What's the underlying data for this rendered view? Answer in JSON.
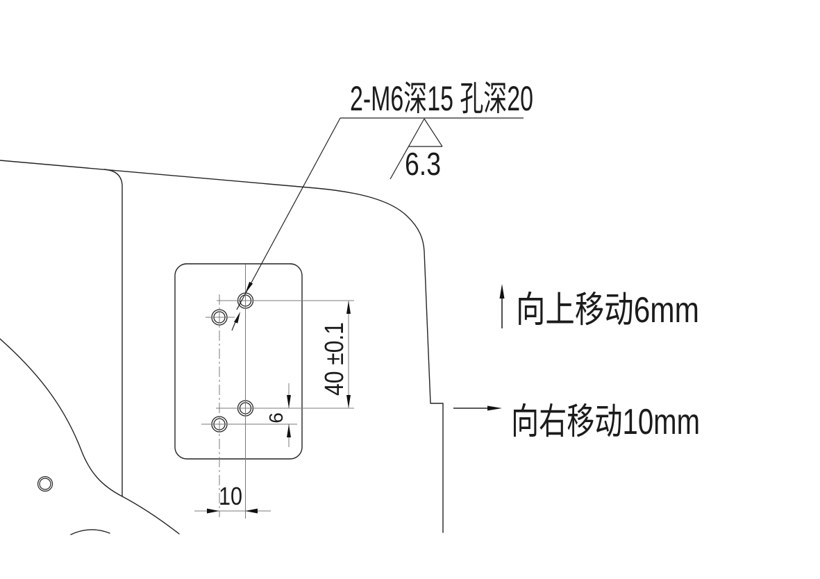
{
  "callout": {
    "label": "2-M6深15 孔深20",
    "roughness_value": "6.3"
  },
  "dimensions": {
    "vertical_spacing": "40 ±0.1",
    "row_offset": "6",
    "horizontal_spacing": "10"
  },
  "annotations": {
    "move_up": "向上移动6mm",
    "move_right": "向右移动10mm"
  },
  "colors": {
    "background": "#ffffff",
    "contour": "#222222",
    "dimension_line": "#787878",
    "text": "#1b1b1b"
  }
}
